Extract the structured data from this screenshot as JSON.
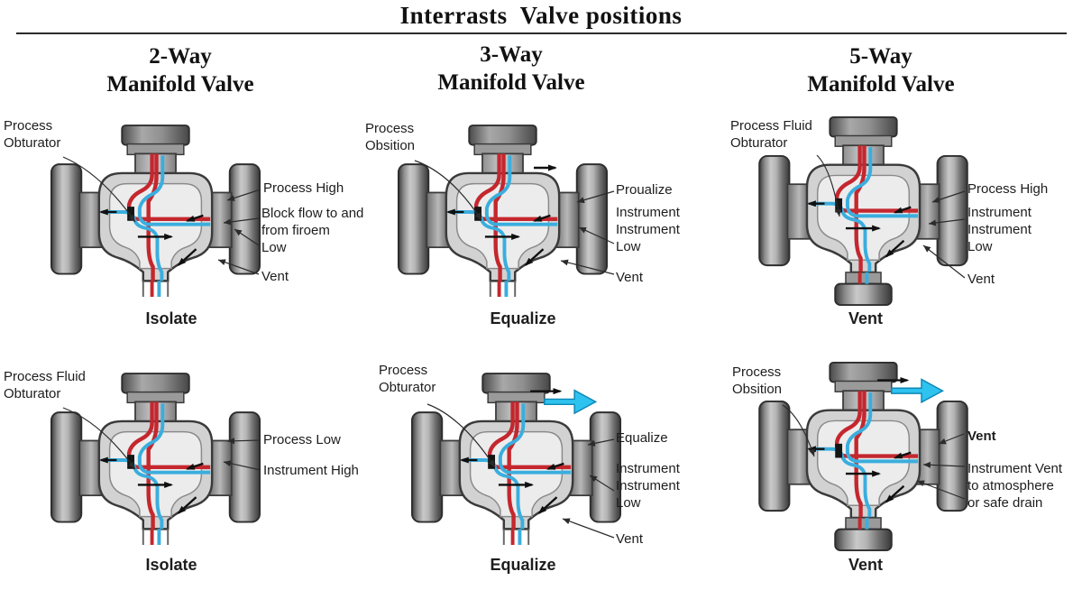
{
  "title": "Interrasts  Valve positions",
  "columns": [
    {
      "header": "2-Way\nManifold Valve"
    },
    {
      "header": "3-Way\nManifold Valve"
    },
    {
      "header": "5-Way\nManifold Valve"
    }
  ],
  "panels": [
    {
      "left_label": "Process\nObturator",
      "right_labels": [
        "Process High",
        "Block flow to and\nfrom firoem",
        "Low",
        "Vent"
      ],
      "state": "Isolate"
    },
    {
      "left_label": "Process\nObsition",
      "right_labels": [
        "Proualize",
        "Instrument\nInstrument\nLow",
        "Vent"
      ],
      "state": "Equalize"
    },
    {
      "left_label": "Process Fluid\nObturator",
      "right_labels": [
        "Process High",
        "Instrument\nInstrument\nLow",
        "Vent"
      ],
      "state": "Vent"
    },
    {
      "left_label": "Process Fluid\nObturator",
      "right_labels": [
        "Process Low",
        "Instrument High"
      ],
      "state": "Isolate"
    },
    {
      "left_label": "Process\nObturator",
      "right_labels": [
        "Equalize",
        "Instrument\nInstrument\nLow",
        "Vent"
      ],
      "state": "Equalize"
    },
    {
      "left_label": "Process\nObsition",
      "right_labels": [
        "Vent",
        "Instrument Vent\nto atmosphere\nor safe drain"
      ],
      "state": "Vent"
    }
  ],
  "colors": {
    "process_red": "#c4272e",
    "instrument_blue": "#3aaede",
    "vent_cyan": "#2ec2ef"
  }
}
